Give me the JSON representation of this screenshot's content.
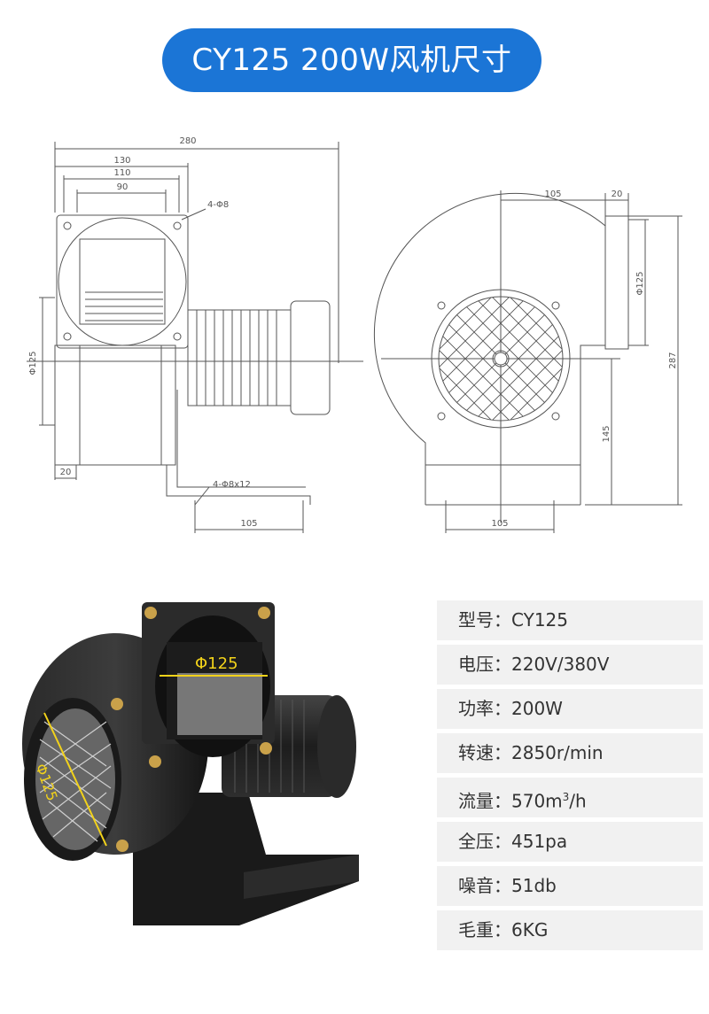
{
  "title": "CY125 200W风机尺寸",
  "drawing": {
    "dims": {
      "overall_width": "280",
      "flange_130": "130",
      "flange_110": "110",
      "flange_90": "90",
      "flange_holes": "4-Φ8",
      "inlet_dia": "Φ125",
      "offset_20": "20",
      "base_holes": "4-Φ8x12",
      "base_105": "105",
      "side_105_top": "105",
      "side_20_top": "20",
      "outlet_dia": "Φ125",
      "total_height": "287",
      "axis_height": "145",
      "side_base_105": "105"
    }
  },
  "photo": {
    "outlet_label": "Φ125",
    "inlet_label": "Φ125"
  },
  "specs": [
    {
      "label": "型号",
      "sep": "：",
      "value": "CY125"
    },
    {
      "label": "电压",
      "sep": "：",
      "value": "220V/380V"
    },
    {
      "label": "功率",
      "sep": "：",
      "value": "200W"
    },
    {
      "label": "转速",
      "sep": "：",
      "value": "2850r/min"
    },
    {
      "label": "流量",
      "sep": "：",
      "value": "570m",
      "sup": "3",
      "tail": "/h"
    },
    {
      "label": "全压",
      "sep": "：",
      "value": "451pa"
    },
    {
      "label": "噪音",
      "sep": "：",
      "value": "51db"
    },
    {
      "label": "毛重",
      "sep": "：",
      "value": "6KG"
    }
  ],
  "colors": {
    "accent": "#1b75d6",
    "label_yellow": "#f2d21a",
    "spec_bg": "#f1f1f1"
  }
}
